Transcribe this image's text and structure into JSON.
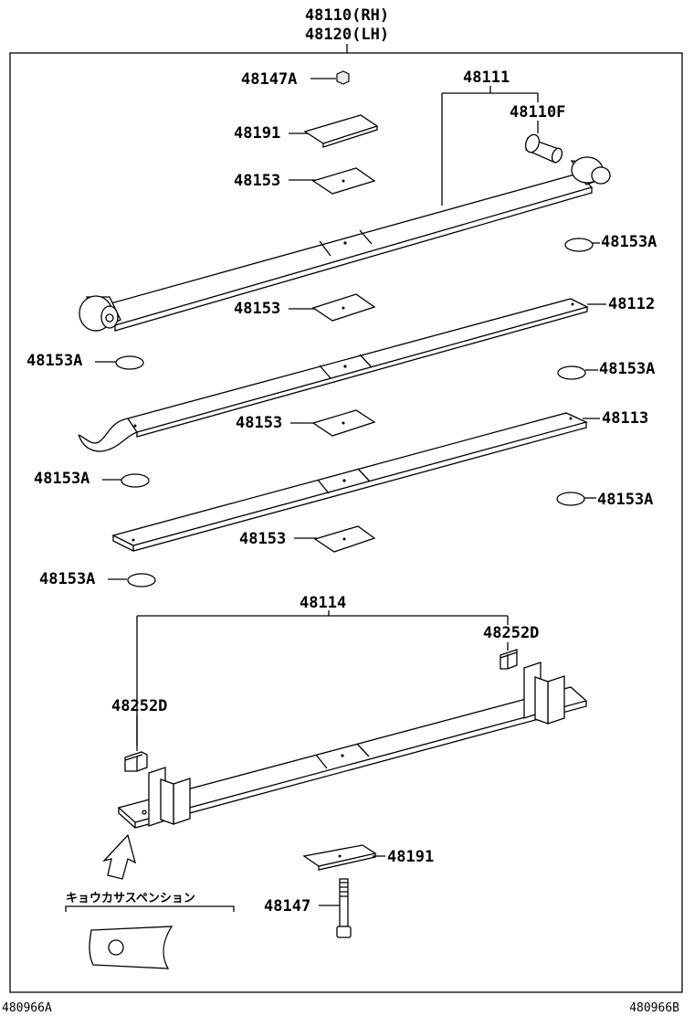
{
  "assembly": {
    "title_rh": "48110(RH)",
    "title_lh": "48120(LH)"
  },
  "labels": {
    "p48147A": "48147A",
    "p48191_top": "48191",
    "p48153_1": "48153",
    "p48111": "48111",
    "p48110F": "48110F",
    "p48153A_r1": "48153A",
    "p48153_2": "48153",
    "p48112": "48112",
    "p48153A_l1": "48153A",
    "p48153A_r2": "48153A",
    "p48153_3": "48153",
    "p48113": "48113",
    "p48153A_l2": "48153A",
    "p48153A_r3": "48153A",
    "p48153_4": "48153",
    "p48153A_l3": "48153A",
    "p48114": "48114",
    "p48252D_r": "48252D",
    "p48252D_l": "48252D",
    "p48191_bot": "48191",
    "p48147": "48147"
  },
  "note": {
    "katakana": "キョウカサスペンション"
  },
  "footer": {
    "left_code": "480966A",
    "right_code": "480966B"
  }
}
